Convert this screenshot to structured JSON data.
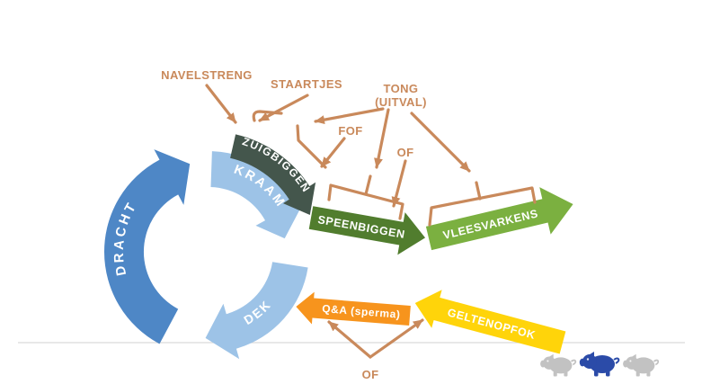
{
  "cycle": {
    "dracht": {
      "label": "DRACHT",
      "color": "#4E87C6"
    },
    "kraam": {
      "label": "KRAAM",
      "color": "#9DC3E7"
    },
    "dek": {
      "label": "DEK",
      "color": "#9DC3E7"
    }
  },
  "flows": {
    "zuigbiggen": {
      "label": "ZUIGBIGGEN",
      "color": "#44564C"
    },
    "speenbiggen": {
      "label": "SPEENBIGGEN",
      "color": "#517D2E"
    },
    "vleesvarkens": {
      "label": "VLEESVARKENS",
      "color": "#7BB040"
    },
    "qa_sperma": {
      "label": "Q&A (sperma)",
      "color": "#F7941D"
    },
    "geltenopfok": {
      "label": "GELTENOPFOK",
      "color": "#FFD40A"
    }
  },
  "annotations": {
    "color": "#C9895B",
    "navelstreng": "NAVELSTRENG",
    "staartjes": "STAARTJES",
    "tong_line1": "TONG",
    "tong_line2": "(UITVAL)",
    "fof": "FOF",
    "of_top": "OF",
    "of_bottom": "OF"
  },
  "footer": {
    "divider_color": "#D9D9D9",
    "pigs": [
      {
        "name": "pig-gray-left",
        "color": "#C2C2C2"
      },
      {
        "name": "pig-blue",
        "color": "#2B4BA8"
      },
      {
        "name": "pig-gray-right",
        "color": "#C2C2C2"
      }
    ]
  }
}
